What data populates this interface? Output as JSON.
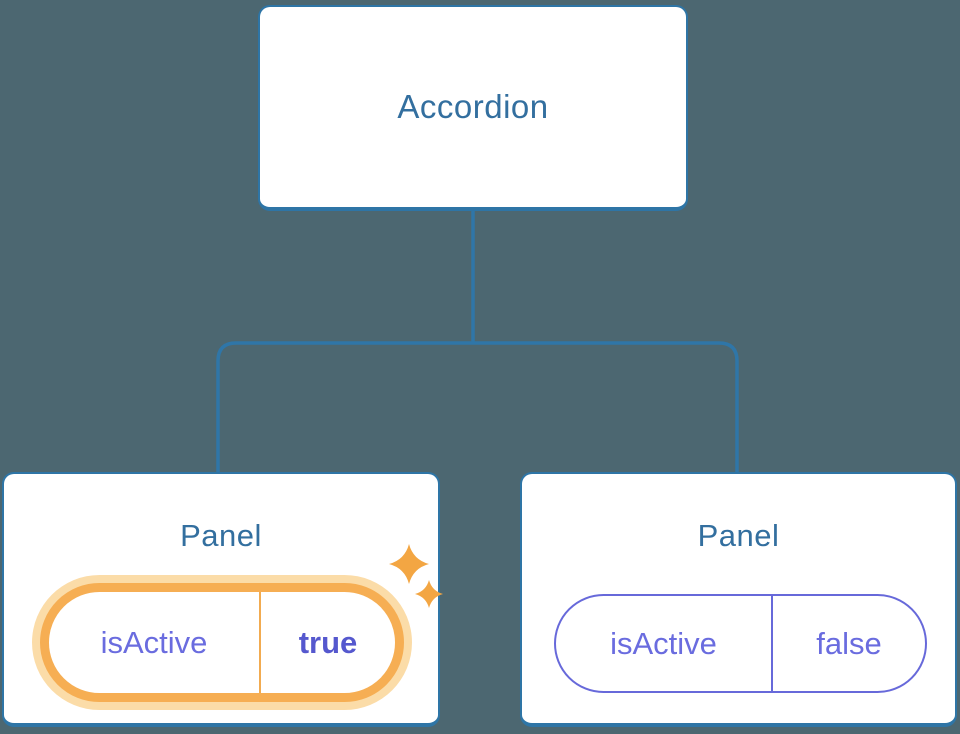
{
  "diagram": {
    "type": "component-tree",
    "root": {
      "label": "Accordion"
    },
    "panels": [
      {
        "label": "Panel",
        "state": {
          "key": "isActive",
          "value": "true"
        },
        "highlighted": true,
        "icon": "sparkle-icon"
      },
      {
        "label": "Panel",
        "state": {
          "key": "isActive",
          "value": "false"
        },
        "highlighted": false
      }
    ],
    "colors": {
      "background": "#4C6771",
      "node_fill": "#FFFFFF",
      "node_border": "#2E75A6",
      "node_text": "#336F9F",
      "connector": "#2F76A8",
      "state_text": "#6A6CDF",
      "state_value_highlight_text": "#5558CE",
      "state_border_inactive": "#6769DA",
      "highlight_border": "#F6AE53",
      "highlight_glow": "#FBDCA8",
      "sparkle": "#F3A643"
    }
  }
}
